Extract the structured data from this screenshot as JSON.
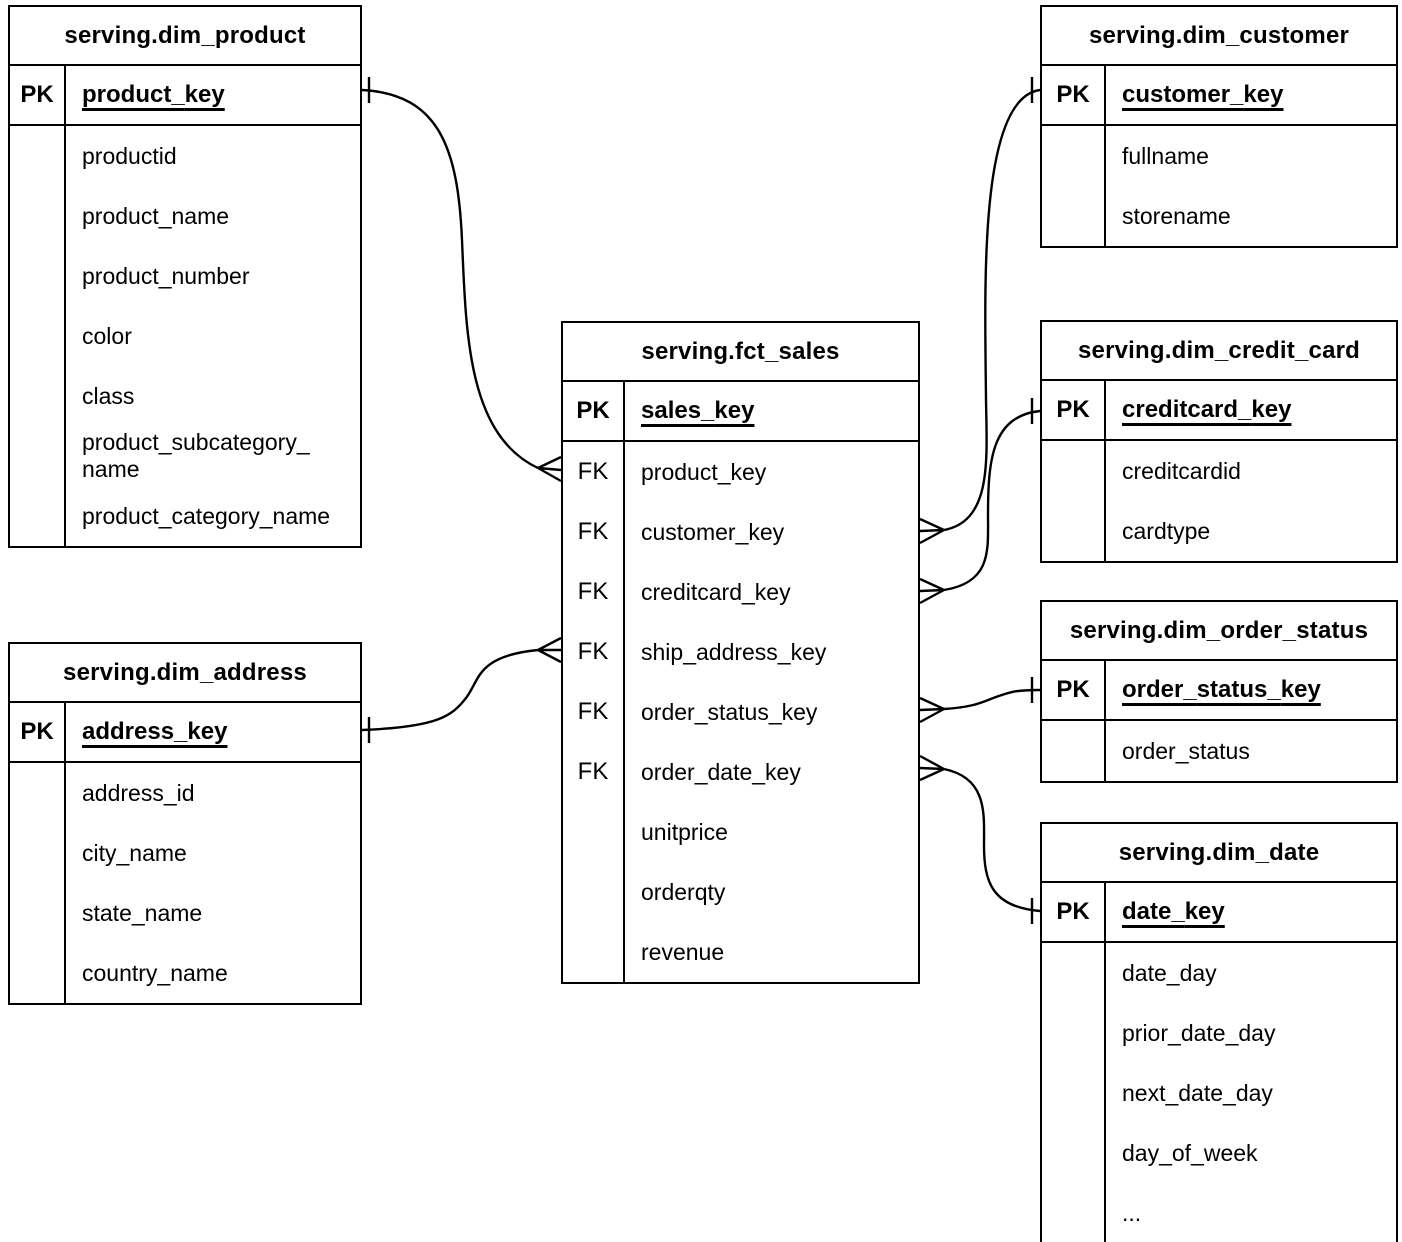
{
  "colors": {
    "background": "#ffffff",
    "line": "#000000",
    "text": "#000000"
  },
  "diagram": {
    "notation": "crow-foot",
    "tables": [
      {
        "id": "dim_product",
        "title": "serving.dim_product",
        "pk_label": "PK",
        "primary_key": "product_key",
        "fields": [
          {
            "key_label": "",
            "name": "productid"
          },
          {
            "key_label": "",
            "name": "product_name"
          },
          {
            "key_label": "",
            "name": "product_number"
          },
          {
            "key_label": "",
            "name": "color"
          },
          {
            "key_label": "",
            "name": "class"
          },
          {
            "key_label": "",
            "name": "product_subcategory_name"
          },
          {
            "key_label": "",
            "name": "product_category_name"
          }
        ]
      },
      {
        "id": "dim_customer",
        "title": "serving.dim_customer",
        "pk_label": "PK",
        "primary_key": "customer_key",
        "fields": [
          {
            "key_label": "",
            "name": "fullname"
          },
          {
            "key_label": "",
            "name": "storename"
          }
        ]
      },
      {
        "id": "fct_sales",
        "title": "serving.fct_sales",
        "pk_label": "PK",
        "primary_key": "sales_key",
        "fields": [
          {
            "key_label": "FK",
            "name": "product_key"
          },
          {
            "key_label": "FK",
            "name": "customer_key"
          },
          {
            "key_label": "FK",
            "name": "creditcard_key"
          },
          {
            "key_label": "FK",
            "name": "ship_address_key"
          },
          {
            "key_label": "FK",
            "name": "order_status_key"
          },
          {
            "key_label": "FK",
            "name": "order_date_key"
          },
          {
            "key_label": "",
            "name": "unitprice"
          },
          {
            "key_label": "",
            "name": "orderqty"
          },
          {
            "key_label": "",
            "name": "revenue"
          }
        ]
      },
      {
        "id": "dim_credit_card",
        "title": "serving.dim_credit_card",
        "pk_label": "PK",
        "primary_key": "creditcard_key",
        "fields": [
          {
            "key_label": "",
            "name": "creditcardid"
          },
          {
            "key_label": "",
            "name": "cardtype"
          }
        ]
      },
      {
        "id": "dim_order_status",
        "title": "serving.dim_order_status",
        "pk_label": "PK",
        "primary_key": "order_status_key",
        "fields": [
          {
            "key_label": "",
            "name": "order_status"
          }
        ]
      },
      {
        "id": "dim_date",
        "title": "serving.dim_date",
        "pk_label": "PK",
        "primary_key": "date_key",
        "fields": [
          {
            "key_label": "",
            "name": "date_day"
          },
          {
            "key_label": "",
            "name": "prior_date_day"
          },
          {
            "key_label": "",
            "name": "next_date_day"
          },
          {
            "key_label": "",
            "name": "day_of_week"
          },
          {
            "key_label": "",
            "name": "..."
          }
        ]
      },
      {
        "id": "dim_address",
        "title": "serving.dim_address",
        "pk_label": "PK",
        "primary_key": "address_key",
        "fields": [
          {
            "key_label": "",
            "name": "address_id"
          },
          {
            "key_label": "",
            "name": "city_name"
          },
          {
            "key_label": "",
            "name": "state_name"
          },
          {
            "key_label": "",
            "name": "country_name"
          }
        ]
      }
    ],
    "relationships": [
      {
        "from_table": "fct_sales",
        "from_field": "product_key",
        "from_cardinality": "many",
        "to_table": "dim_product",
        "to_field": "product_key",
        "to_cardinality": "one"
      },
      {
        "from_table": "fct_sales",
        "from_field": "ship_address_key",
        "from_cardinality": "many",
        "to_table": "dim_address",
        "to_field": "address_key",
        "to_cardinality": "one"
      },
      {
        "from_table": "fct_sales",
        "from_field": "customer_key",
        "from_cardinality": "many",
        "to_table": "dim_customer",
        "to_field": "customer_key",
        "to_cardinality": "one"
      },
      {
        "from_table": "fct_sales",
        "from_field": "creditcard_key",
        "from_cardinality": "many",
        "to_table": "dim_credit_card",
        "to_field": "creditcard_key",
        "to_cardinality": "one"
      },
      {
        "from_table": "fct_sales",
        "from_field": "order_status_key",
        "from_cardinality": "many",
        "to_table": "dim_order_status",
        "to_field": "order_status_key",
        "to_cardinality": "one"
      },
      {
        "from_table": "fct_sales",
        "from_field": "order_date_key",
        "from_cardinality": "many",
        "to_table": "dim_date",
        "to_field": "date_key",
        "to_cardinality": "one"
      }
    ]
  }
}
